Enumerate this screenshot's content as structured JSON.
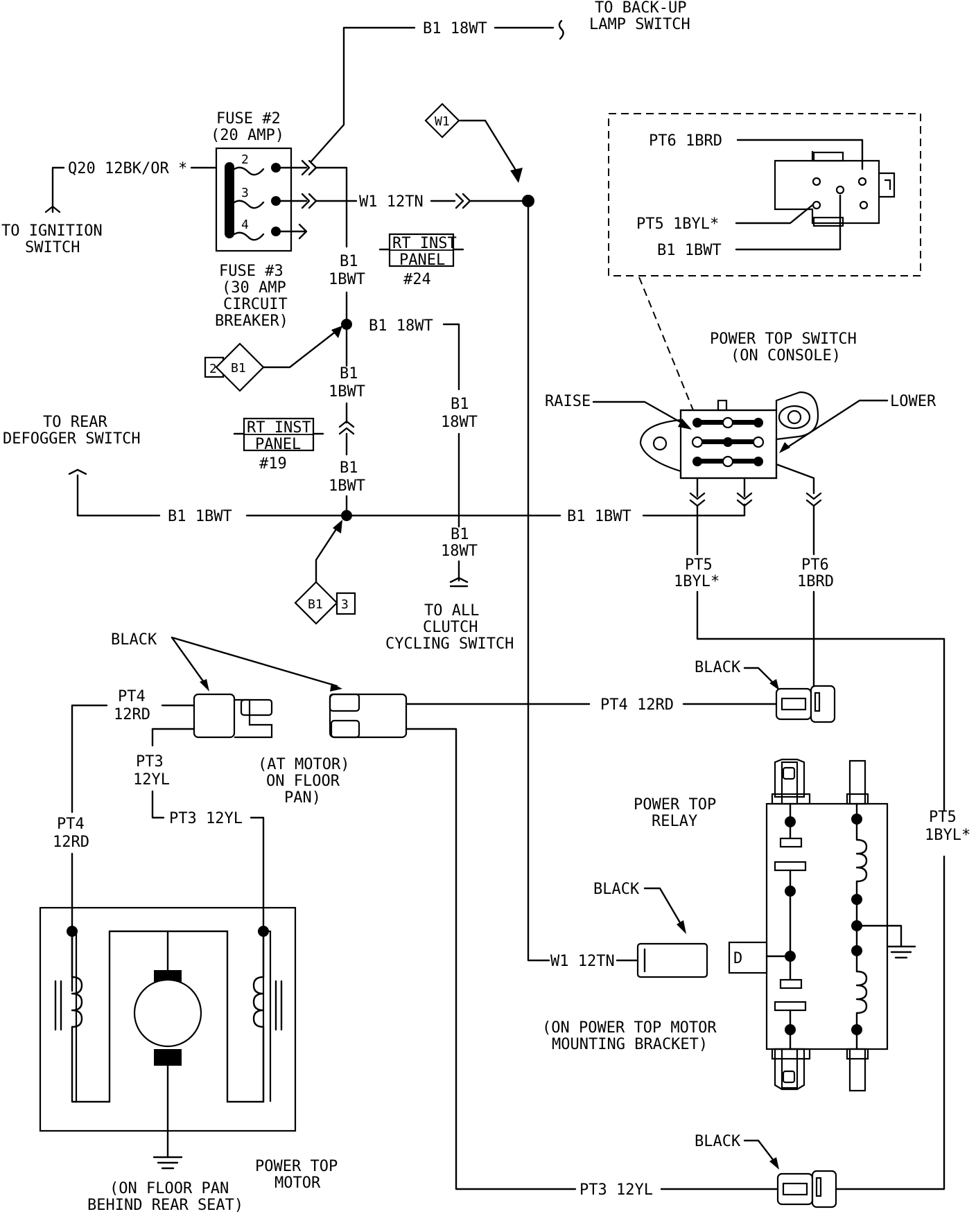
{
  "top": {
    "b1_18wt": "B1 18WT",
    "backup_line1": "TO BACK-UP",
    "backup_line2": "LAMP SWITCH",
    "w1_diamond": "W1"
  },
  "fuse": {
    "fuse2_line1": "FUSE #2",
    "fuse2_line2": "(20 AMP)",
    "fuse3_line1": "FUSE #3",
    "fuse3_line2": "(30 AMP",
    "fuse3_line3": "CIRCUIT",
    "fuse3_line4": "BREAKER)",
    "pin2": "2",
    "pin3": "3",
    "pin4": "4",
    "q20": "Q20 12BK/OR *",
    "ign_line1": "TO IGNITION",
    "ign_line2": "SWITCH",
    "w1_12tn": "W1 12TN"
  },
  "center": {
    "b1": "B1",
    "b1_18wt_short": "18WT",
    "b1_1bwt": "1BWT",
    "b1_18wt_label": "B1 18WT",
    "diamond_b1": "B1",
    "diamond2_num": "2",
    "diamond3_num": "3",
    "rt_inst_24_line1": "RT INST",
    "rt_inst_24_line2": "PANEL",
    "rt_inst_24_num": "#24",
    "rt_inst_19_line1": "RT INST",
    "rt_inst_19_line2": "PANEL",
    "rt_inst_19_num": "#19",
    "rear_line1": "TO REAR",
    "rear_line2": "DEFOGGER SWITCH",
    "b1_1bwt_label": "B1 1BWT",
    "clutch_line1": "TO ALL",
    "clutch_line2": "CLUTCH",
    "clutch_line3": "CYCLING SWITCH"
  },
  "switch": {
    "pt6_1brd": "PT6 1BRD",
    "pt5_1byl": "PT5 1BYL*",
    "b1_1bwt": "B1 1BWT",
    "title_line1": "POWER TOP SWITCH",
    "title_line2": "(ON CONSOLE)",
    "raise": "RAISE",
    "lower": "LOWER",
    "b1_1bwt_out": "B1 1BWT",
    "pt5": "PT5",
    "pt5_gauge": "1BYL*",
    "pt6": "PT6",
    "pt6_gauge": "1BRD"
  },
  "motor_area": {
    "black": "BLACK",
    "pt4": "PT4",
    "pt4_12rd_short": "12RD",
    "pt3": "PT3",
    "pt3_12yl_short": "12YL",
    "pt3_12yl": "PT3 12YL",
    "at_motor_line1": "(AT MOTOR)",
    "at_motor_line2": "ON FLOOR",
    "at_motor_line3": "PAN)",
    "pt4_12rd": "PT4 12RD",
    "motor_title_line1": "POWER TOP",
    "motor_title_line2": "MOTOR",
    "floor_line1": "(ON FLOOR PAN",
    "floor_line2": "BEHIND REAR SEAT)"
  },
  "relay": {
    "title_line1": "POWER TOP",
    "title_line2": "RELAY",
    "black": "BLACK",
    "w1_12tn": "W1 12TN",
    "d_label": "D",
    "bracket_line1": "(ON POWER TOP MOTOR",
    "bracket_line2": "MOUNTING BRACKET)",
    "pt5": "PT5",
    "pt5_gauge": "1BYL*",
    "pt3_12yl": "PT3 12YL"
  },
  "connector_label": {
    "black_right1": "BLACK",
    "black_right2": "BLACK"
  }
}
